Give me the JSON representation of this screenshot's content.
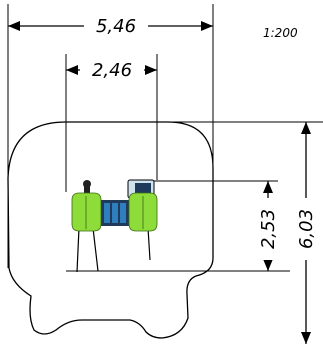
{
  "scale": "1:200",
  "dimensions": {
    "overall_width": "5,46",
    "inner_width": "2,46",
    "inner_depth": "2,53",
    "overall_depth": "6,03"
  },
  "colors": {
    "line": "#000000",
    "panel_green": "#8ddc3a",
    "deck_blue": "#2f7fbf",
    "deck_dark": "#1f3a5a",
    "roof_light": "#cfe3ef"
  }
}
